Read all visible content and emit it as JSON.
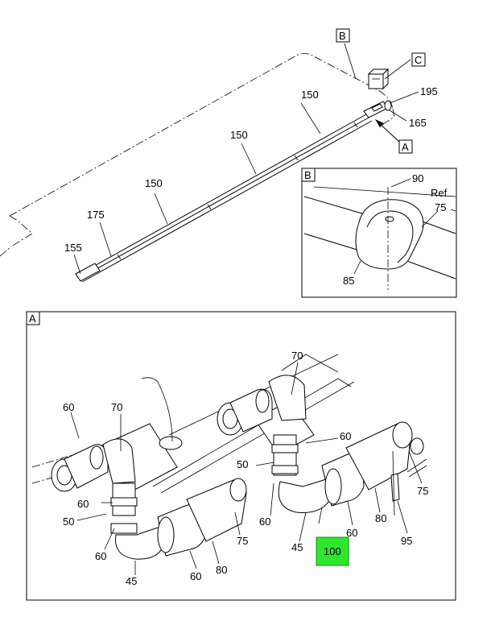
{
  "views": {
    "top": {
      "callouts": {
        "B": "B",
        "C": "C",
        "A": "A"
      },
      "labels": {
        "l195": "195",
        "l165": "165",
        "l150a": "150",
        "l150b": "150",
        "l150c": "150",
        "l175": "175",
        "l155": "155"
      }
    },
    "detail_b": {
      "tag": "B",
      "labels": {
        "l90": "90",
        "lref": "Ref",
        "l75": "75",
        "l85": "85"
      }
    },
    "detail_a": {
      "tag": "A",
      "labels": {
        "l70a": "70",
        "l70b": "70",
        "l60a": "60",
        "l60b": "60",
        "l60c": "60",
        "l60d": "60",
        "l60e": "60",
        "l60f": "60",
        "l60g": "60",
        "l50a": "50",
        "l50b": "50",
        "l45a": "45",
        "l45b": "45",
        "l80a": "80",
        "l80b": "80",
        "l75a": "75",
        "l75b": "75",
        "l95": "95",
        "l100": "100"
      },
      "highlight_color": "#2ee62e"
    }
  }
}
